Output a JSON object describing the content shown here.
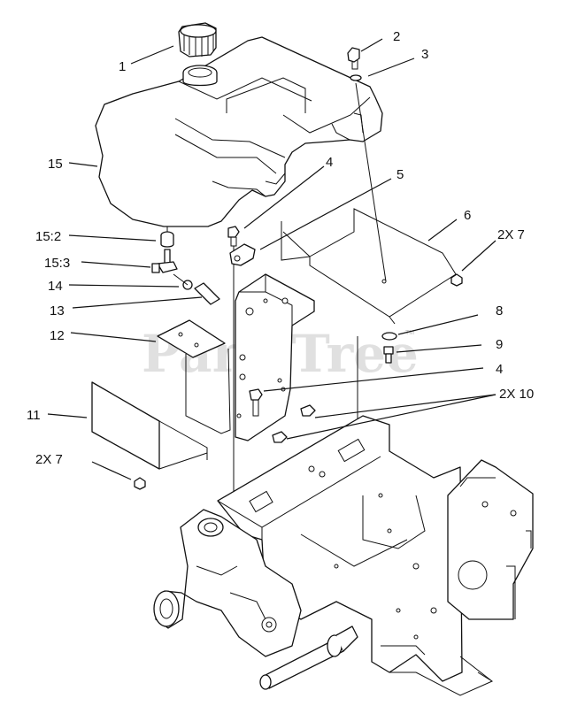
{
  "watermark": {
    "text": "PartsTree",
    "mark": "TM"
  },
  "callouts": {
    "c1": "1",
    "c2": "2",
    "c3": "3",
    "c15": "15",
    "c4_upper": "4",
    "c5": "5",
    "c6": "6",
    "c2x7_right": "2X 7",
    "c15_2": "15:2",
    "c15_3": "15:3",
    "c14": "14",
    "c13": "13",
    "c12": "12",
    "c8": "8",
    "c9": "9",
    "c4_lower": "4",
    "c2x10": "2X 10",
    "c11": "11",
    "c2x7_left": "2X 7"
  }
}
